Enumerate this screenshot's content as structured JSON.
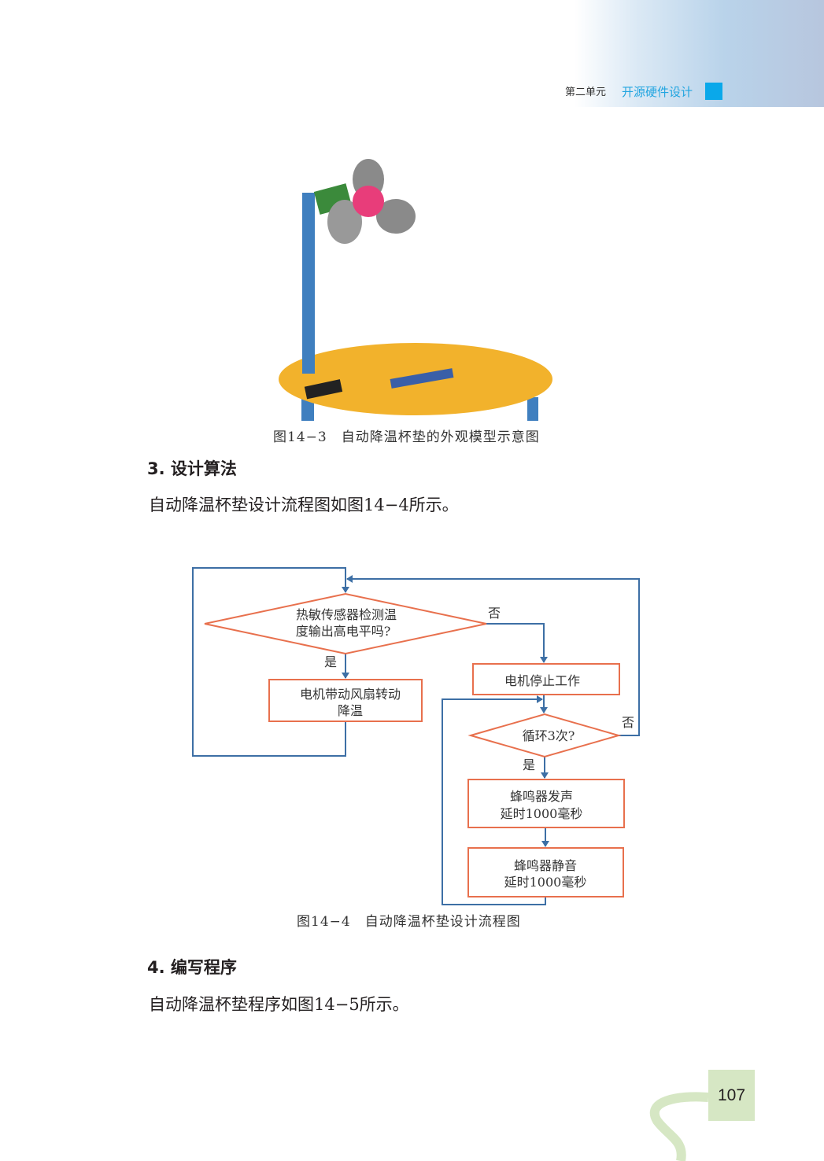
{
  "header": {
    "unit": "第二单元",
    "unit_title": "开源硬件设计"
  },
  "figure_14_3": {
    "caption": "图14−3　自动降温杯垫的外观模型示意图"
  },
  "section3": {
    "heading": "3. 设计算法",
    "text": "自动降温杯垫设计流程图如图14−4所示。"
  },
  "flowchart": {
    "decision1_line1": "热敏传感器检测温",
    "decision1_line2": "度输出高电平吗?",
    "yes1": "是",
    "no1": "否",
    "box_fan_line1": "电机带动风扇转动",
    "box_fan_line2": "降温",
    "box_stop": "电机停止工作",
    "decision2": "循环3次?",
    "no2": "否",
    "yes2": "是",
    "box_buzz_on_line1": "蜂鸣器发声",
    "box_buzz_on_line2": "延时1000毫秒",
    "box_buzz_off_line1": "蜂鸣器静音",
    "box_buzz_off_line2": "延时1000毫秒",
    "caption": "图14−4　自动降温杯垫设计流程图",
    "colors": {
      "line": "#3d6fa5",
      "box": "#e8704d"
    }
  },
  "section4": {
    "heading": "4. 编写程序",
    "text": "自动降温杯垫程序如图14−5所示。"
  },
  "page_number": "107"
}
